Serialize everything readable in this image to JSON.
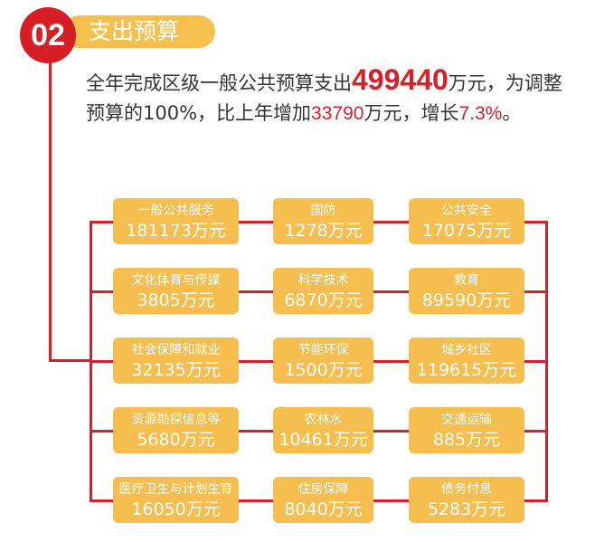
{
  "section": {
    "number": "02",
    "title": "支出预算"
  },
  "intro": {
    "p1": "全年完成区级一般公共预算支出",
    "total": "499440",
    "p2": "万元，为调整预算的100%，比上年增加",
    "increase": "33790",
    "p3": "万元，增长",
    "growth": "7.3%",
    "p4": "。"
  },
  "items": [
    {
      "name": "一般公共服务",
      "value": "181173万元"
    },
    {
      "name": "国防",
      "value": "1278万元"
    },
    {
      "name": "公共安全",
      "value": "17075万元"
    },
    {
      "name": "文化体育与传媒",
      "value": "3805万元"
    },
    {
      "name": "科学技术",
      "value": "6870万元"
    },
    {
      "name": "教育",
      "value": "89590万元"
    },
    {
      "name": "社会保障和就业",
      "value": "32135万元"
    },
    {
      "name": "节能环保",
      "value": "1500万元"
    },
    {
      "name": "城乡社区",
      "value": "119615万元"
    },
    {
      "name": "资源勘探信息等",
      "value": "5680万元"
    },
    {
      "name": "农林水",
      "value": "10461万元"
    },
    {
      "name": "交通运输",
      "value": "885万元"
    },
    {
      "name": "医疗卫生与计划生育",
      "value": "16050万元"
    },
    {
      "name": "住房保障",
      "value": "8040万元"
    },
    {
      "name": "债务付息",
      "value": "5283万元"
    }
  ],
  "colors": {
    "red": "#d7212a",
    "yellow": "#f5be4f"
  }
}
